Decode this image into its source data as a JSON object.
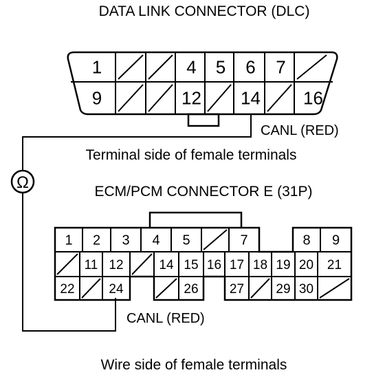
{
  "dlc": {
    "title": "DATA LINK CONNECTOR (DLC)",
    "top_row": [
      "1",
      "",
      "",
      "4",
      "5",
      "6",
      "7",
      ""
    ],
    "bottom_row": [
      "9",
      "",
      "",
      "12",
      "",
      "14",
      "",
      "16"
    ],
    "wire_label": "CANL (RED)",
    "caption": "Terminal side of female terminals"
  },
  "ohmmeter": {
    "symbol": "Ω"
  },
  "ecm": {
    "title": "ECM/PCM CONNECTOR E (31P)",
    "row1": [
      "1",
      "2",
      "3",
      "4",
      "5",
      "",
      "7",
      "8",
      "9"
    ],
    "row2": [
      "",
      "11",
      "12",
      "",
      "14",
      "15",
      "16",
      "17",
      "18",
      "19",
      "20",
      "21"
    ],
    "row3": [
      "22",
      "",
      "24",
      "",
      "26",
      "27",
      "",
      "29",
      "30",
      ""
    ],
    "wire_label": "CANL (RED)",
    "caption": "Wire side of female terminals"
  }
}
